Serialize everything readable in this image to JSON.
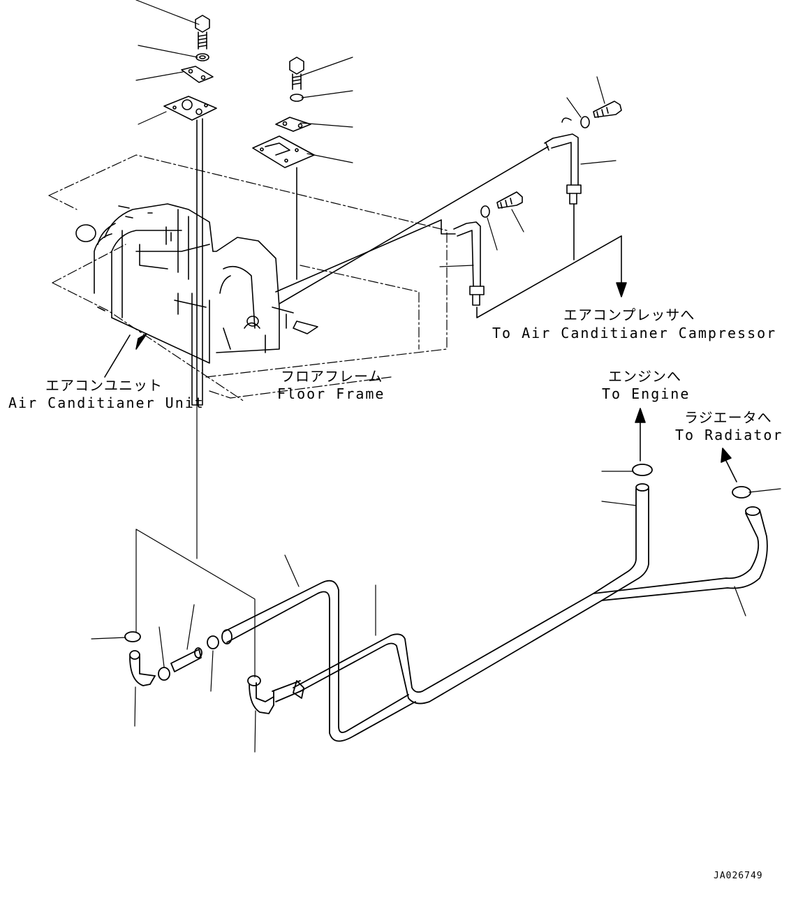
{
  "labels": {
    "air_compressor_jp": "エアコンプレッサへ",
    "air_compressor_en": "To Air Canditianer Campressor",
    "ac_unit_jp": "エアコンユニット",
    "ac_unit_en": "Air Canditianer Unit",
    "floor_frame_jp": "フロアフレーム",
    "floor_frame_en": "Floor Frame",
    "engine_jp": "エンジンへ",
    "engine_en": "To Engine",
    "radiator_jp": "ラジエータへ",
    "radiator_en": "To Radiator",
    "drawing_code": "JA026749"
  },
  "colors": {
    "ink": "#000000",
    "paper": "#ffffff"
  }
}
